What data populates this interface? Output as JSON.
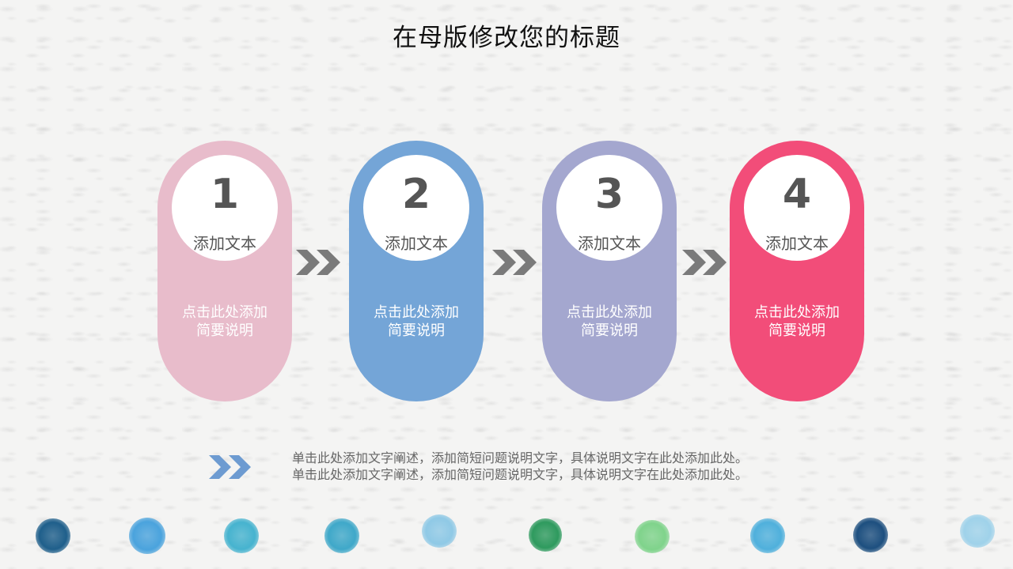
{
  "title": "在母版修改您的标题",
  "steps": [
    {
      "number": "1",
      "label": "添加文本",
      "desc_line1": "点击此处添加",
      "desc_line2": "简要说明",
      "color": "#e8bccb"
    },
    {
      "number": "2",
      "label": "添加文本",
      "desc_line1": "点击此处添加",
      "desc_line2": "简要说明",
      "color": "#74a5d7"
    },
    {
      "number": "3",
      "label": "添加文本",
      "desc_line1": "点击此处添加",
      "desc_line2": "简要说明",
      "color": "#a4a7cf"
    },
    {
      "number": "4",
      "label": "添加文本",
      "desc_line1": "点击此处添加",
      "desc_line2": "简要说明",
      "color": "#f24d79"
    }
  ],
  "arrow_icon": "double-chevron-right-icon",
  "arrow_color": "#7a7a7a",
  "note": {
    "line1": "单击此处添加文字阐述，添加简短问题说明文字，具体说明文字在此处添加此处。",
    "line2": "单击此处添加文字阐述，添加简短问题说明文字，具体说明文字在此处添加此处。",
    "icon": "double-chevron-right-icon",
    "icon_color": "#6d9bd1"
  },
  "decor_dot_colors": [
    "#1f5f8b",
    "#4aa3dd",
    "#46b3cf",
    "#3fa8c9",
    "#8fc9e6",
    "#2e9a5e",
    "#7fd38b",
    "#4fb0dc",
    "#1d4f7f",
    "#9fd2ea"
  ]
}
